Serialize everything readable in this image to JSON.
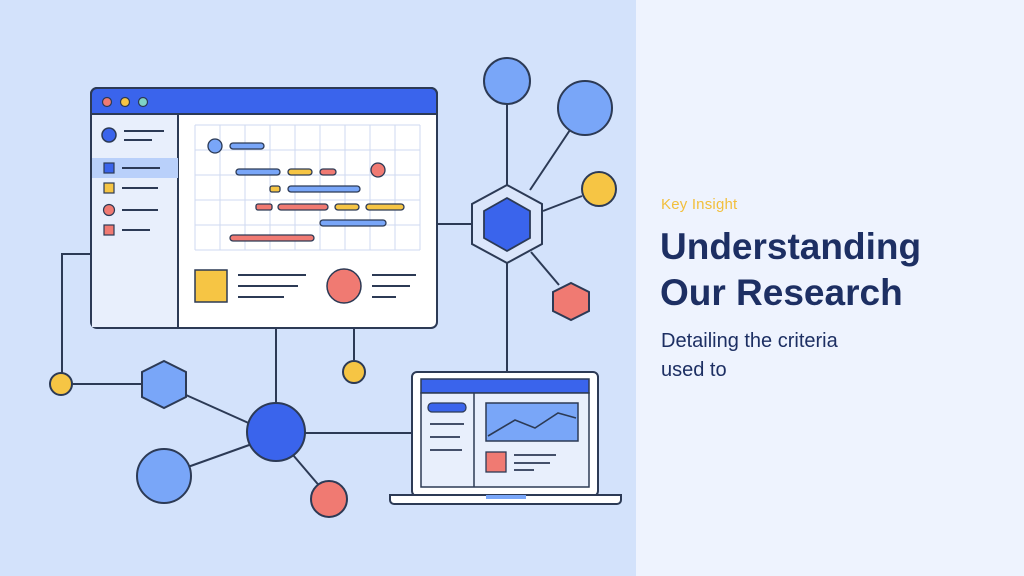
{
  "slide": {
    "eyebrow": "Key Insight",
    "title_line1": "Understanding",
    "title_line2": "Our Research",
    "subtitle_line1": "Detailing the criteria",
    "subtitle_line2": "used to"
  },
  "colors": {
    "left_background": "#d3e2fb",
    "right_background": "#eef3fe",
    "primary_blue": "#3a64ec",
    "light_blue": "#79a6f8",
    "accent_yellow": "#f6c544",
    "accent_red": "#f07a72",
    "outline_navy": "#2c3a55",
    "eyebrow_text": "#f2bf3c",
    "heading_text": "#1d2f63"
  },
  "illustration": {
    "browser_window_dots": [
      "red-dot",
      "yellow-dot",
      "teal-dot"
    ],
    "icons": [
      "browser-window",
      "gantt-chart",
      "network-hub-hexagon",
      "laptop",
      "line-chart"
    ]
  }
}
